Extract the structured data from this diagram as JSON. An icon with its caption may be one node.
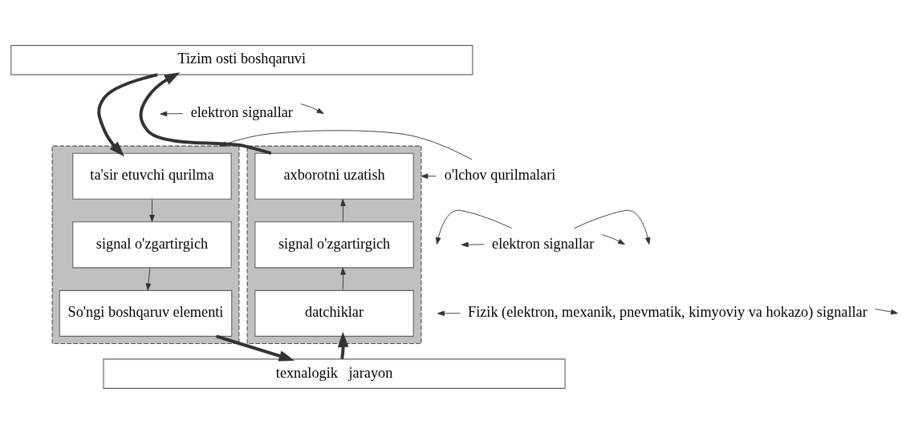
{
  "diagram": {
    "nodes": [
      {
        "text": [
          "Tizim osti boshqaruvi"
        ]
      },
      {
        "text": [],
        "shape": "box"
      },
      {
        "text": [
          "axborotni uzatish"
        ],
        "in": 1
      },
      {
        "text": [
          "signal o'zgartirgich"
        ],
        "in": 1
      },
      {
        "text": [
          "datchiklar"
        ],
        "in": 1
      },
      {
        "text": [],
        "shape": "box"
      },
      {
        "text": [
          "ta'sir etuvchi qurilma"
        ],
        "in": 5
      },
      {
        "text": [
          "signal o'zgartirgich"
        ],
        "in": 5
      },
      {
        "text": [
          "So'ngi boshqaruv elementi"
        ],
        "in": 5
      },
      {
        "text": [
          "texnalogik   jarayon"
        ]
      },
      {
        "text": [
          "elektron signallar"
        ]
      },
      {
        "text": [
          "o'lchov qurilmalari"
        ]
      },
      {
        "text": [
          "elektron signallar"
        ]
      },
      {
        "text": [
          "Fizik (elektron, mexanik, pnevmatik, kimyoviy va hokazo) signallar"
        ]
      }
    ],
    "edges": [
      {
        "from": 4,
        "to": 3,
        "arrow": "to"
      },
      {
        "from": 3,
        "to": 2,
        "arrow": "to"
      },
      {
        "from": 2,
        "to": 0,
        "arrow": "to",
        "style": "thick"
      },
      {
        "from": 0,
        "to": 6,
        "arrow": "to",
        "style": "thick"
      },
      {
        "from": 6,
        "to": 7,
        "arrow": "to"
      },
      {
        "from": 7,
        "to": 8,
        "arrow": "to"
      },
      {
        "from": 8,
        "to": 9,
        "arrow": "to",
        "style": "thick"
      },
      {
        "from": 9,
        "to": 4,
        "arrow": "to",
        "style": "thick"
      },
      {
        "from": 10,
        "to": null,
        "arrow": "to"
      },
      {
        "from": 10,
        "to": null,
        "arrow": "to"
      },
      {
        "from": 11,
        "to": 1,
        "arrow": "to"
      },
      {
        "from": 11,
        "to": 5,
        "arrow": "to"
      },
      {
        "from": 12,
        "to": null,
        "arrow": "to"
      },
      {
        "from": 12,
        "to": null,
        "arrow": "to"
      },
      {
        "from": 12,
        "to": null,
        "arrow": "to"
      },
      {
        "from": 12,
        "to": null,
        "arrow": "to"
      },
      {
        "from": 13,
        "to": null,
        "arrow": "to"
      },
      {
        "from": 13,
        "to": null,
        "arrow": "to"
      }
    ]
  }
}
